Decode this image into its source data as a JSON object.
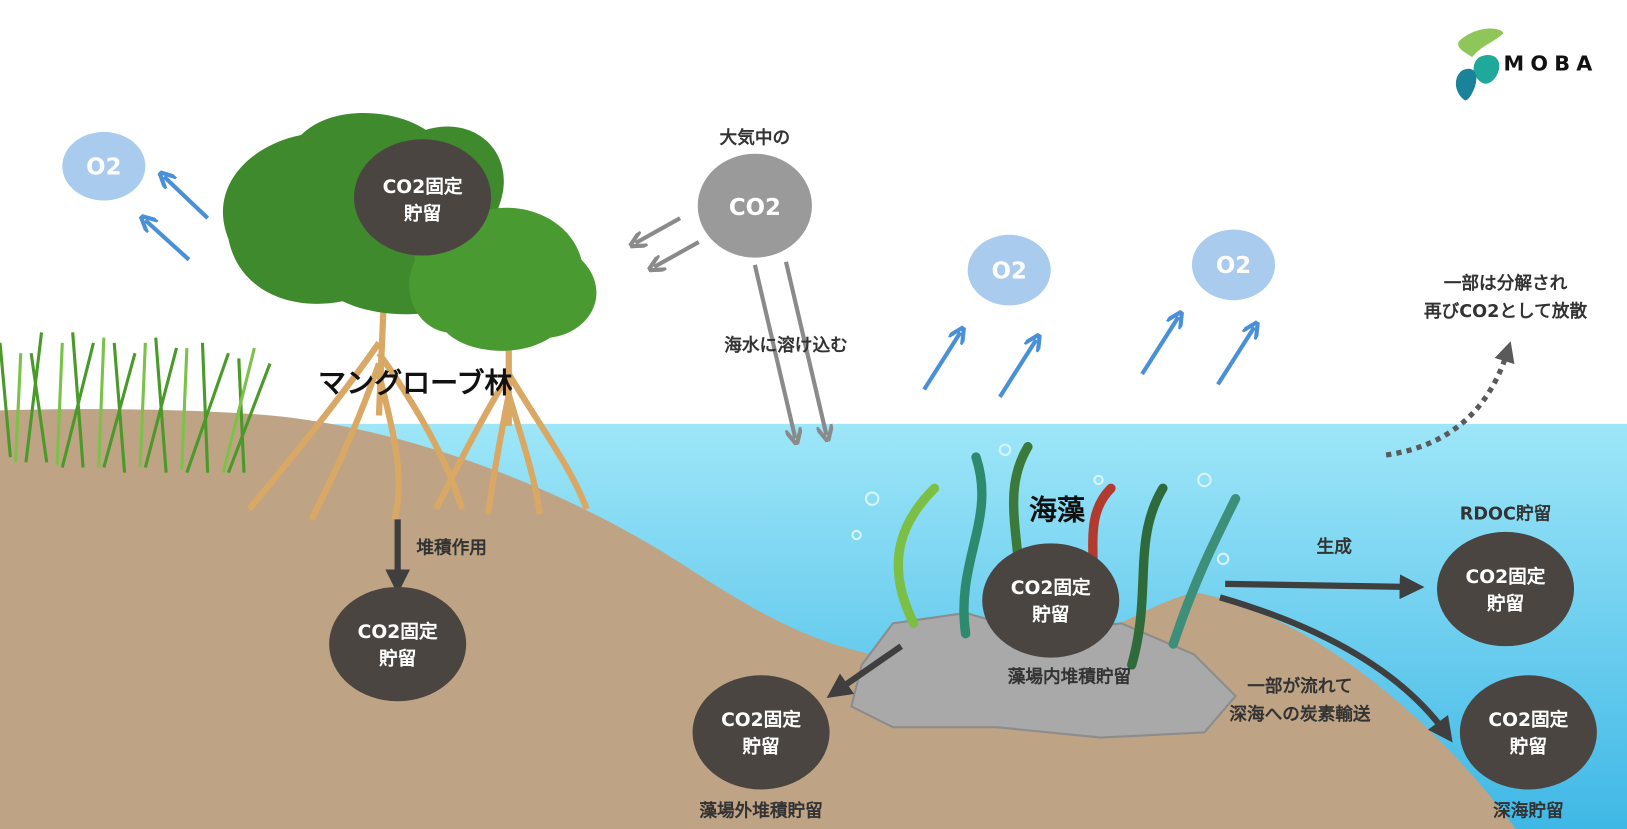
{
  "logo": {
    "text": "MOBA"
  },
  "atmosphere": {
    "co2_caption": "大気中の",
    "co2": "CO2",
    "dissolve": "海水に溶け込む"
  },
  "o2_bubbles": [
    "O2",
    "O2",
    "O2"
  ],
  "mangrove": {
    "title": "マングローブ林",
    "storage_line1": "CO2固定",
    "storage_line2": "貯留",
    "sediment_label": "堆積作用",
    "sediment_line1": "CO2固定",
    "sediment_line2": "貯留"
  },
  "seaweed": {
    "title": "海藻",
    "storage_line1": "CO2固定",
    "storage_line2": "貯留",
    "inner_label": "藻場内堆積貯留"
  },
  "outer": {
    "line1": "CO2固定",
    "line2": "貯留",
    "label": "藻場外堆積貯留"
  },
  "rdoc": {
    "generate": "生成",
    "title": "RDOC貯留",
    "line1": "CO2固定",
    "line2": "貯留"
  },
  "deep": {
    "flow_line1": "一部が流れて",
    "flow_line2": "深海への炭素輸送",
    "line1": "CO2固定",
    "line2": "貯留",
    "label": "深海貯留"
  },
  "decompose": {
    "line1": "一部は分解され",
    "line2": "再びCO2として放散"
  },
  "colors": {
    "ground": "#bea385",
    "water": "#7fd8f2",
    "o2": "#a8cbee",
    "co2": "#9a9a9a",
    "storage": "#4a4541",
    "arrow_blue": "#4a90d9"
  }
}
